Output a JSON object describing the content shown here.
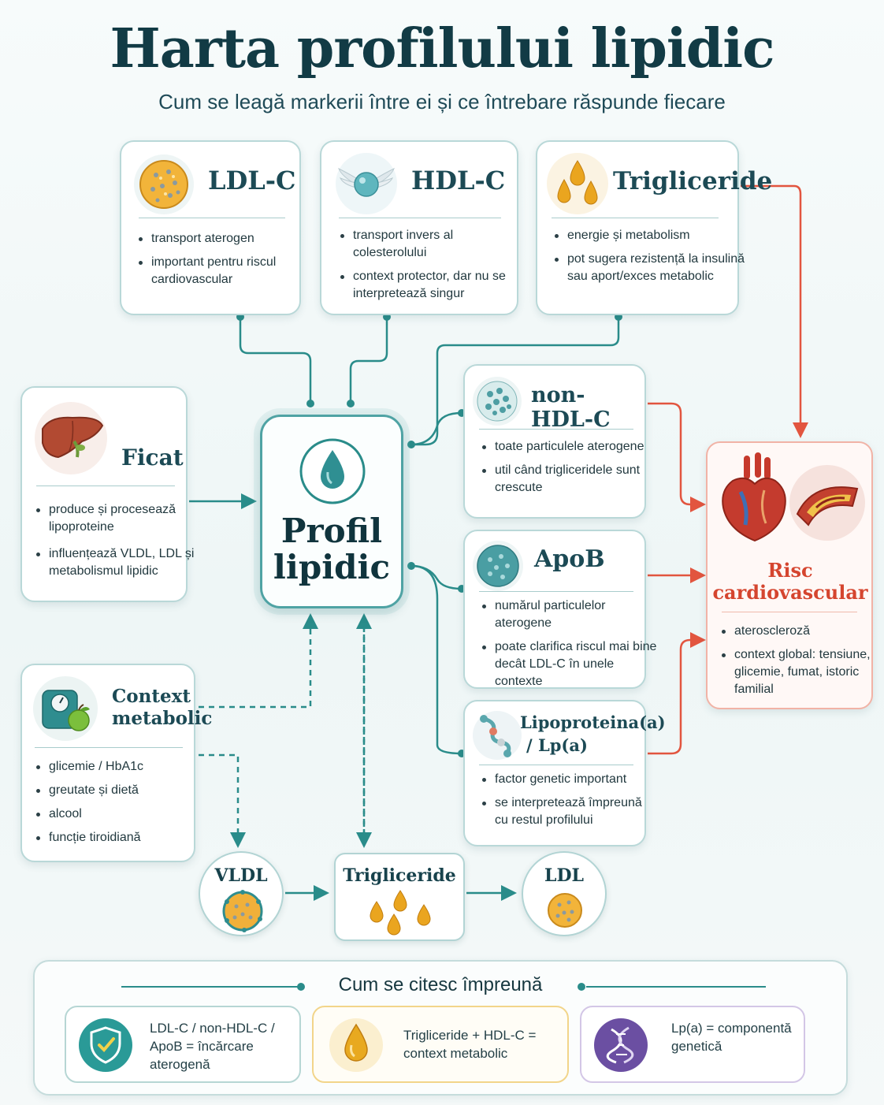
{
  "page": {
    "title": "Harta profilului lipidic",
    "subtitle": "Cum se leagă markerii între ei și ce întrebare răspunde fiecare"
  },
  "center": {
    "label_line1": "Profil",
    "label_line2": "lipidic"
  },
  "cards": {
    "ldl": {
      "title": "LDL-C",
      "bullets": [
        "transport aterogen",
        "important pentru riscul cardiovascular"
      ]
    },
    "hdl": {
      "title": "HDL-C",
      "bullets": [
        "transport invers al colesterolului",
        "context protector, dar nu se interpretează singur"
      ]
    },
    "tg": {
      "title": "Trigliceride",
      "bullets": [
        "energie și metabolism",
        "pot sugera rezistență la insulină sau aport/exces metabolic"
      ]
    },
    "ficat": {
      "title": "Ficat",
      "bullets": [
        "produce și procesează lipoproteine",
        "influențează VLDL, LDL și metabolismul lipidic"
      ]
    },
    "metabolic": {
      "title_line1": "Context",
      "title_line2": "metabolic",
      "bullets": [
        "glicemie / HbA1c",
        "greutate și dietă",
        "alcool",
        "funcție tiroidiană"
      ]
    },
    "nonhdl": {
      "title": "non-HDL-C",
      "bullets": [
        "toate particulele aterogene",
        "util când trigliceridele sunt crescute"
      ]
    },
    "apob": {
      "title": "ApoB",
      "bullets": [
        "numărul particulelor aterogene",
        "poate clarifica riscul mai bine decât LDL-C în unele contexte"
      ]
    },
    "lpa": {
      "title_line1": "Lipoproteina(a)",
      "title_line2": "/ Lp(a)",
      "bullets": [
        "factor genetic important",
        "se interpretează împreună cu restul profilului"
      ]
    },
    "risk": {
      "title_line1": "Risc",
      "title_line2": "cardiovascular",
      "bullets": [
        "ateroscleroză",
        "context global: tensiune, glicemie, fumat, istoric familial"
      ]
    }
  },
  "pathway": {
    "vldl": "VLDL",
    "trigliceride": "Trigliceride",
    "ldl": "LDL"
  },
  "summary": {
    "title": "Cum se citesc împreună",
    "items": [
      {
        "text": "LDL-C / non-HDL-C / ApoB = încărcare aterogenă",
        "icon": "shield-check-icon",
        "accent": "#2a9a97"
      },
      {
        "text": "Trigliceride + HDL-C = context metabolic",
        "icon": "oil-drop-icon",
        "accent": "#e8a920"
      },
      {
        "text": "Lp(a) = componentă genetică",
        "icon": "dna-icon",
        "accent": "#6b4fa2"
      }
    ]
  },
  "colors": {
    "teal": "#2a8c8a",
    "red": "#e2553f",
    "title": "#123b45"
  }
}
